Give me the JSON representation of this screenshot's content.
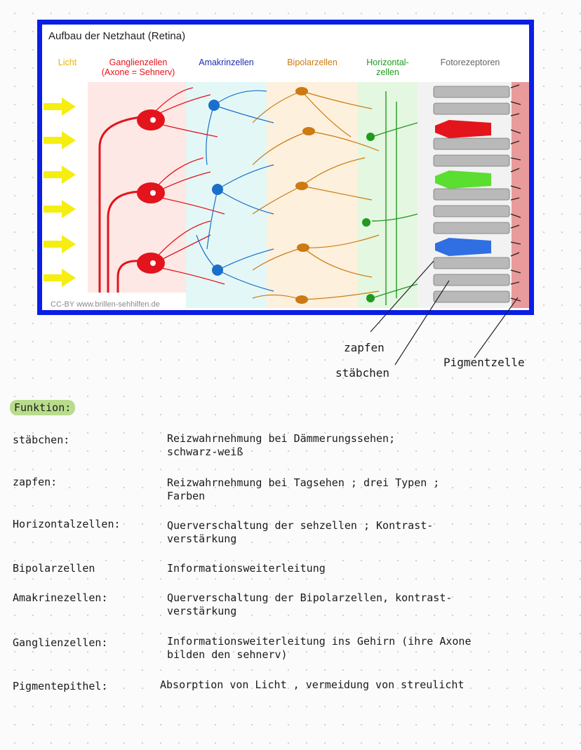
{
  "figure": {
    "title": "Aufbau der Netzhaut (Retina)",
    "credit": "CC-BY www.brillen-sehhilfen.de",
    "labels": {
      "licht": "Licht",
      "ganglien": "Ganglienzellen",
      "ganglien_sub": "(Axone = Sehnerv)",
      "amakrin": "Amakrinzellen",
      "bipolar": "Bipolarzellen",
      "horizontal": "Horizontal-",
      "horizontal_sub": "zellen",
      "foto": "Fotorezeptoren"
    },
    "colors": {
      "licht": "#e8b400",
      "ganglien": "#e3141b",
      "amakrin": "#1c2fb0",
      "bipolar": "#cc7a12",
      "horizontal": "#1f9a1f",
      "foto": "#666666",
      "frame": "#0a1ee6"
    }
  },
  "annotations": {
    "zapfen": "zapfen",
    "staebchen": "stäbchen",
    "pigmentzelle": "Pigmentzelle"
  },
  "funktion": {
    "heading": "Funktion:",
    "rows": [
      {
        "term": "stäbchen:",
        "desc1": "Reizwahrnehmung bei Dämmerungssehen;",
        "desc2": "schwarz-weiß"
      },
      {
        "term": "zapfen:",
        "desc1": "Reizwahrnehmung bei Tagsehen ; drei Typen ;",
        "desc2": "Farben"
      },
      {
        "term": "Horizontalzellen:",
        "desc1": "Querverschaltung der sehzellen ; Kontrast-",
        "desc2": "verstärkung"
      },
      {
        "term": "Bipolarzellen",
        "desc1": "Informationsweiterleitung",
        "desc2": ""
      },
      {
        "term": "Amakrinezellen:",
        "desc1": "Querverschaltung der Bipolarzellen, kontrast-",
        "desc2": "verstärkung"
      },
      {
        "term": "Ganglienzellen:",
        "desc1": "Informationsweiterleitung ins Gehirn (ihre Axone",
        "desc2": "bilden den sehnerv)"
      },
      {
        "term": "Pigmentepithel:",
        "desc1": "Absorption von Licht , vermeidung von streulicht",
        "desc2": ""
      }
    ]
  }
}
